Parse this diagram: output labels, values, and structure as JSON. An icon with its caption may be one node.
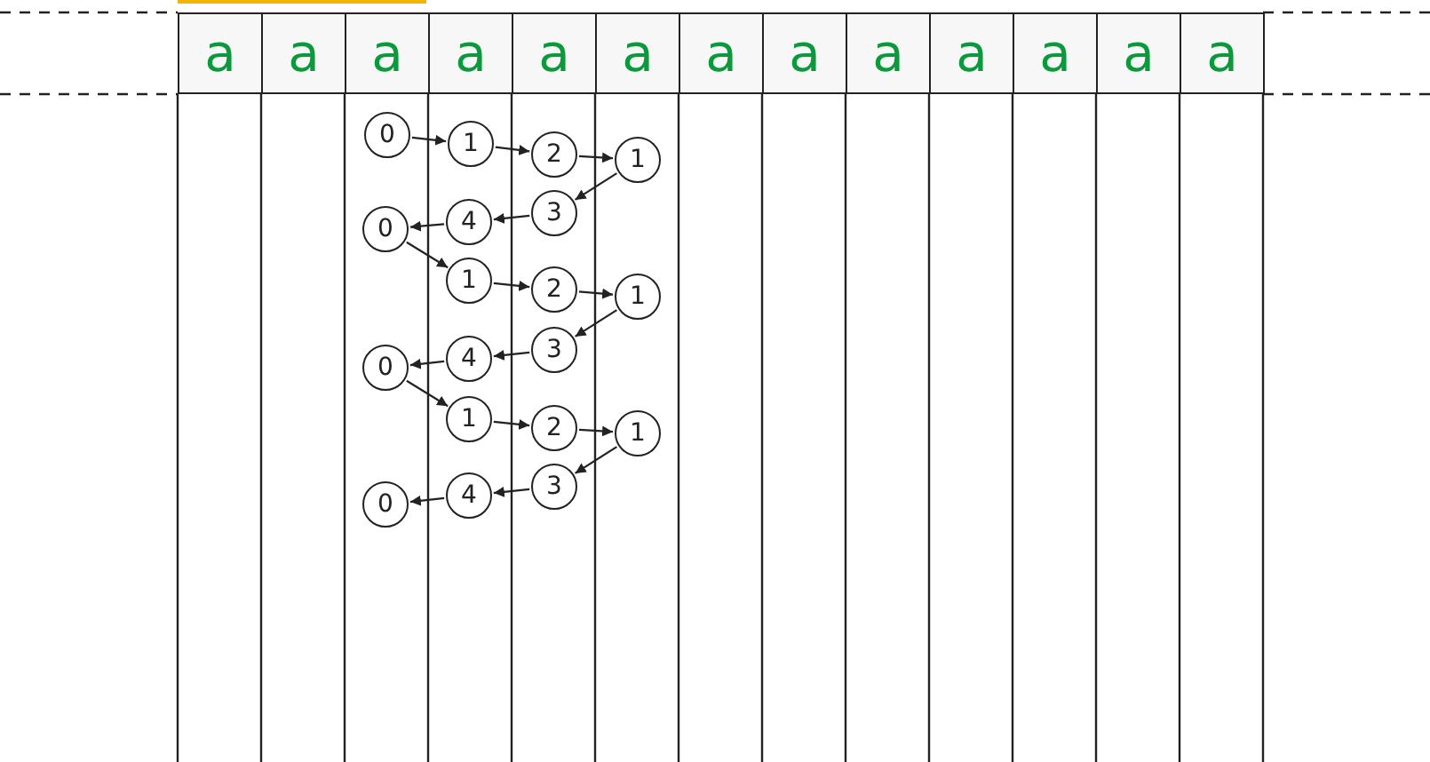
{
  "diagram": {
    "nodes": [
      {
        "text": [
          "a"
        ]
      },
      {
        "text": [
          "a"
        ]
      },
      {
        "text": [
          "a"
        ]
      },
      {
        "text": [
          "a"
        ]
      },
      {
        "text": [
          "a"
        ]
      },
      {
        "text": [
          "a"
        ]
      },
      {
        "text": [
          "a"
        ]
      },
      {
        "text": [
          "a"
        ]
      },
      {
        "text": [
          "a"
        ]
      },
      {
        "text": [
          "a"
        ]
      },
      {
        "text": [
          "a"
        ]
      },
      {
        "text": [
          "a"
        ]
      },
      {
        "text": [
          "a"
        ]
      },
      {
        "text": [
          "0"
        ]
      },
      {
        "text": [
          "1"
        ]
      },
      {
        "text": [
          "2"
        ]
      },
      {
        "text": [
          "1"
        ]
      },
      {
        "text": [
          "3"
        ]
      },
      {
        "text": [
          "4"
        ]
      },
      {
        "text": [
          "0"
        ]
      },
      {
        "text": [
          "1"
        ]
      },
      {
        "text": [
          "2"
        ]
      },
      {
        "text": [
          "1"
        ]
      },
      {
        "text": [
          "3"
        ]
      },
      {
        "text": [
          "4"
        ]
      },
      {
        "text": [
          "0"
        ]
      },
      {
        "text": [
          "1"
        ]
      },
      {
        "text": [
          "2"
        ]
      },
      {
        "text": [
          "1"
        ]
      },
      {
        "text": [
          "3"
        ]
      },
      {
        "text": [
          "4"
        ]
      },
      {
        "text": [
          "0"
        ]
      }
    ],
    "edges": [
      {
        "from": 13,
        "to": 14,
        "arrow": "to"
      },
      {
        "from": 14,
        "to": 15,
        "arrow": "to"
      },
      {
        "from": 15,
        "to": 16,
        "arrow": "to"
      },
      {
        "from": 16,
        "to": 17,
        "arrow": "to"
      },
      {
        "from": 17,
        "to": 18,
        "arrow": "to"
      },
      {
        "from": 18,
        "to": 19,
        "arrow": "to"
      },
      {
        "from": 19,
        "to": 20,
        "arrow": "to"
      },
      {
        "from": 20,
        "to": 21,
        "arrow": "to"
      },
      {
        "from": 21,
        "to": 22,
        "arrow": "to"
      },
      {
        "from": 22,
        "to": 23,
        "arrow": "to"
      },
      {
        "from": 23,
        "to": 24,
        "arrow": "to"
      },
      {
        "from": 24,
        "to": 25,
        "arrow": "to"
      },
      {
        "from": 25,
        "to": 26,
        "arrow": "to"
      },
      {
        "from": 26,
        "to": 27,
        "arrow": "to"
      },
      {
        "from": 27,
        "to": 28,
        "arrow": "to"
      },
      {
        "from": 28,
        "to": 29,
        "arrow": "to"
      },
      {
        "from": 29,
        "to": 30,
        "arrow": "to"
      },
      {
        "from": 30,
        "to": 31,
        "arrow": "to"
      }
    ]
  }
}
